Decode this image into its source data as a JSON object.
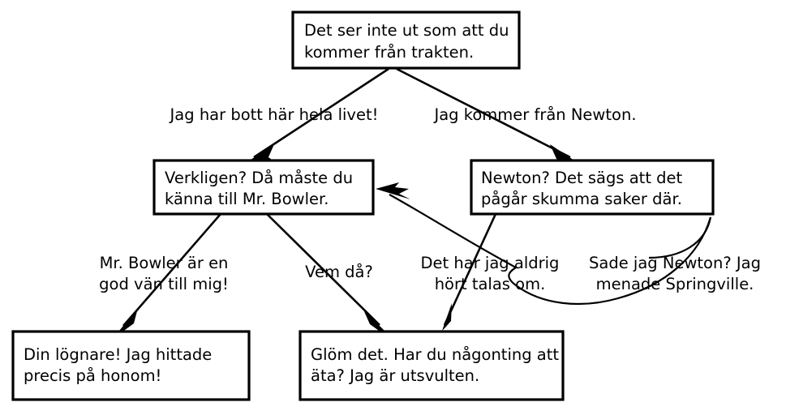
{
  "diagram": {
    "type": "dialogue-tree",
    "language": "sv",
    "background_color": "#ffffff",
    "stroke_color": "#000000",
    "nodes": [
      {
        "id": "root",
        "lines": [
          "Det ser inte ut som att du",
          "kommer från trakten."
        ]
      },
      {
        "id": "verkligen",
        "lines": [
          "Verkligen? Då måste du",
          "känna till Mr. Bowler."
        ]
      },
      {
        "id": "newton",
        "lines": [
          "Newton? Det sägs att det",
          "pågår skumma saker där."
        ]
      },
      {
        "id": "lognare",
        "lines": [
          "Din lögnare! Jag hittade",
          "precis på honom!"
        ]
      },
      {
        "id": "glom",
        "lines": [
          "Glöm det. Har du någonting att",
          "äta? Jag är utsvulten."
        ]
      }
    ],
    "edges": [
      {
        "id": "root-to-verkligen",
        "from": "root",
        "to": "verkligen",
        "lines": [
          "Jag har bott här hela livet!"
        ]
      },
      {
        "id": "root-to-newton",
        "from": "root",
        "to": "newton",
        "lines": [
          "Jag kommer från Newton."
        ]
      },
      {
        "id": "verkligen-to-lognare",
        "from": "verkligen",
        "to": "lognare",
        "lines": [
          "Mr. Bowler är en",
          "god vän till mig!"
        ]
      },
      {
        "id": "verkligen-to-glom",
        "from": "verkligen",
        "to": "glom",
        "lines": [
          "Vem då?"
        ]
      },
      {
        "id": "newton-to-glom",
        "from": "newton",
        "to": "glom",
        "lines": [
          "Det har jag aldrig",
          "hört talas om."
        ]
      },
      {
        "id": "newton-to-verkligen",
        "from": "newton",
        "to": "verkligen",
        "lines": [
          "Sade jag Newton? Jag",
          "menade Springville."
        ]
      }
    ]
  }
}
